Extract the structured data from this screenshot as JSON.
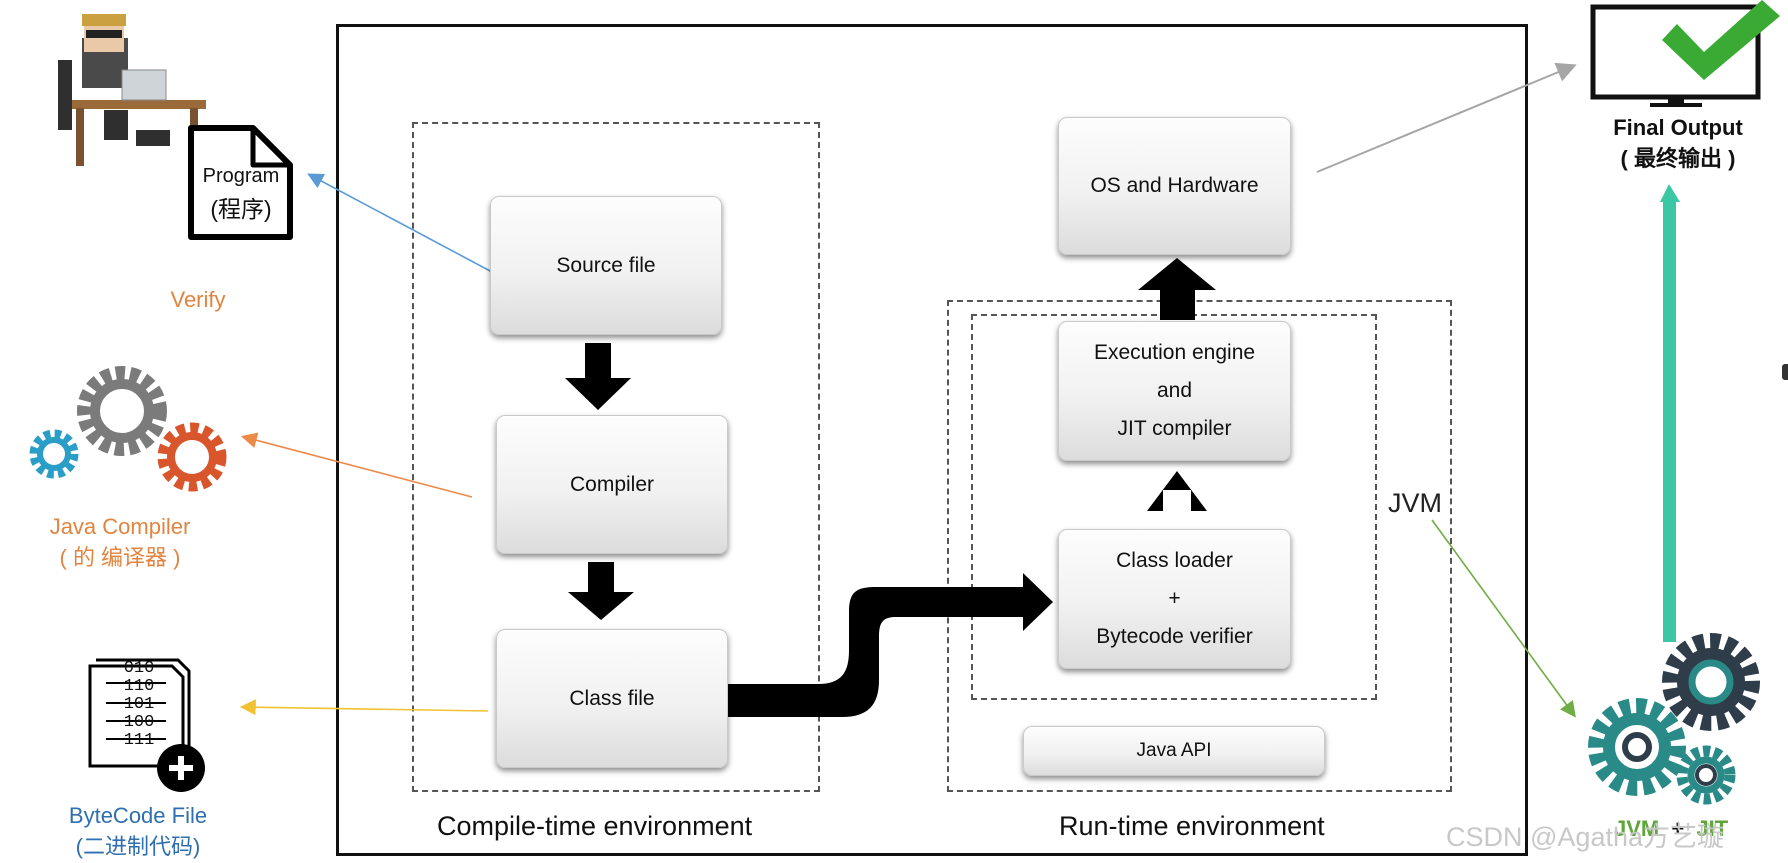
{
  "left": {
    "program_doc": {
      "line1": "Program",
      "line2": "(程序)"
    },
    "verify_label": "Verify",
    "compiler_label": {
      "line1": "Java Compiler",
      "line2": "( 的  编译器 )"
    },
    "bytecode_label": {
      "line1": "ByteCode File",
      "line2": "(二进制代码)"
    },
    "bytecode_doc_lines": [
      "010",
      "110",
      "101",
      "100",
      "111"
    ]
  },
  "compile_time": {
    "label": "Compile-time environment",
    "boxes": {
      "source": "Source file",
      "compiler": "Compiler",
      "class_file": "Class file"
    }
  },
  "run_time": {
    "label": "Run-time environment",
    "jvm_label": "JVM",
    "boxes": {
      "os": "OS and Hardware",
      "exec": [
        "Execution engine",
        "and",
        "JIT compiler"
      ],
      "loader": [
        "Class loader",
        "+",
        "Bytecode verifier"
      ],
      "java_api": "Java API"
    }
  },
  "right": {
    "final_output": {
      "line1": "Final Output",
      "line2": "( 最终输出 )"
    },
    "jvm_jit": {
      "jvm": "JVM",
      "plus": "+",
      "jit": "JIT"
    }
  },
  "watermark": "CSDN @Agatha方艺璇",
  "colors": {
    "orange": "#e2843f",
    "blue_link": "#5b9bd5",
    "orange_arrow": "#ed8a4a",
    "yellow_arrow": "#f1c232",
    "gray_arrow": "#a6a6a6",
    "green_arrow": "#70ad47",
    "teal": "#3cc7a4",
    "gear_teal": "#2a8a87",
    "gear_dark": "#2e3d49",
    "gear_gray": "#7b7b7b",
    "gear_red": "#d9552b",
    "gear_blue": "#2a9ec6",
    "check_green": "#3aaa35"
  }
}
